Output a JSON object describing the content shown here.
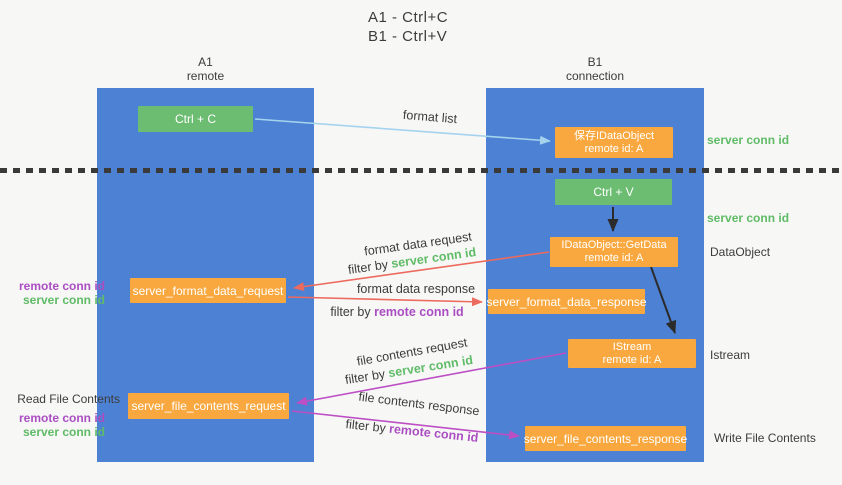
{
  "title": {
    "line1": "A1 - Ctrl+C",
    "line2": "B1 - Ctrl+V"
  },
  "columns": {
    "left": {
      "name": "A1",
      "subtitle": "remote"
    },
    "right": {
      "name": "B1",
      "subtitle": "connection"
    }
  },
  "nodes": {
    "ctrl_c": {
      "label": "Ctrl + C"
    },
    "ctrl_v": {
      "label": "Ctrl + V"
    },
    "save_dataobject": {
      "line1": "保存IDataObject",
      "line2": "remote id: A"
    },
    "getdata": {
      "line1": "IDataObject::GetData",
      "line2": "remote id: A"
    },
    "istream": {
      "line1": "IStream",
      "line2": "remote id: A"
    },
    "server_format_data_request": {
      "label": "server_format_data_request"
    },
    "server_format_data_response": {
      "label": "server_format_data_response"
    },
    "server_file_contents_request": {
      "label": "server_file_contents_request"
    },
    "server_file_contents_response": {
      "label": "server_file_contents_response"
    }
  },
  "arrow_labels": {
    "format_list": "format list",
    "format_data_request": "format data request",
    "format_data_request_filter": "filter by ",
    "format_data_request_key": "server conn id",
    "format_data_response": "format data response",
    "format_data_response_filter": "filter by ",
    "format_data_response_key": "remote conn id",
    "file_contents_request": "file contents request",
    "file_contents_request_filter": "filter by ",
    "file_contents_request_key": "server conn id",
    "file_contents_response": "file contents response",
    "file_contents_response_filter": "filter by ",
    "file_contents_response_key": "remote conn id"
  },
  "side_labels": {
    "server_conn_id_top": "server conn id",
    "server_conn_id_mid": "server conn id",
    "dataobject": "DataObject",
    "istream": "Istream",
    "write_file_contents": "Write File Contents",
    "read_file_contents": "Read File Contents",
    "remote_conn_id_1": "remote conn id",
    "server_conn_id_1": "server conn id",
    "remote_conn_id_2": "remote conn id",
    "server_conn_id_2": "server conn id"
  },
  "colors": {
    "column_blue": "#4c81d3",
    "button_green": "#6cbd72",
    "box_orange": "#f8a83f",
    "green_text": "#5fbb66",
    "purple_text": "#ab4ec2",
    "red_arrow": "#ed6a5e",
    "magenta_arrow": "#bd4fc4",
    "light_blue_arrow": "#a5d3ee",
    "black_arrow": "#2b2b2b",
    "background": "#f7f7f6",
    "dark_text": "#3c3c3c"
  }
}
